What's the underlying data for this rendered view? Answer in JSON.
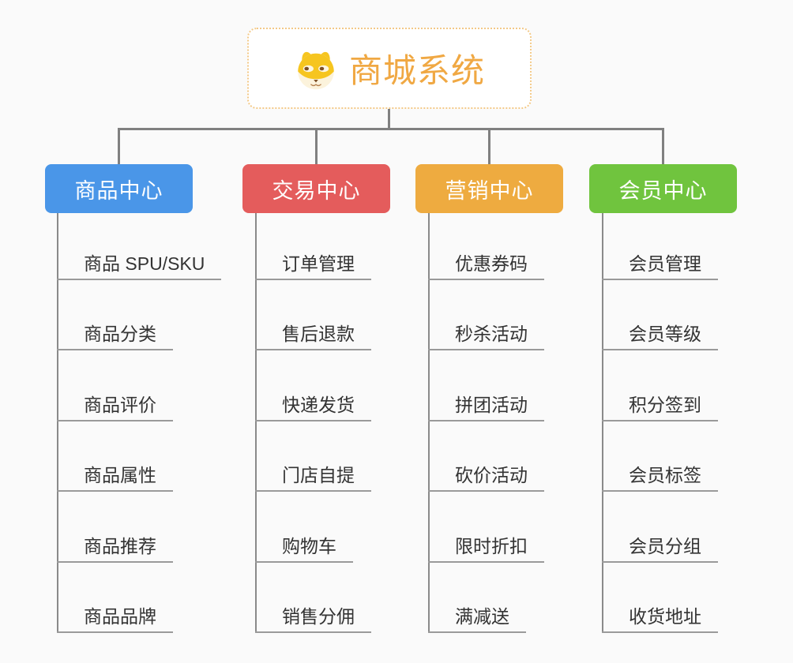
{
  "root": {
    "title": "商城系统",
    "icon": "dog-face-icon",
    "text_color": "#f0a843",
    "border_color": "#f3c988"
  },
  "colors": {
    "background": "#fafafa",
    "connector": "#808080",
    "item_underline": "#9a9a9a",
    "item_text": "#333333"
  },
  "branches": [
    {
      "label": "商品中心",
      "color": "#4a96e8",
      "children": [
        "商品 SPU/SKU",
        "商品分类",
        "商品评价",
        "商品属性",
        "商品推荐",
        "商品品牌"
      ]
    },
    {
      "label": "交易中心",
      "color": "#e45c5c",
      "children": [
        "订单管理",
        "售后退款",
        "快递发货",
        "门店自提",
        "购物车",
        "销售分佣"
      ]
    },
    {
      "label": "营销中心",
      "color": "#eeab40",
      "children": [
        "优惠券码",
        "秒杀活动",
        "拼团活动",
        "砍价活动",
        "限时折扣",
        "满减送"
      ]
    },
    {
      "label": "会员中心",
      "color": "#70c43e",
      "children": [
        "会员管理",
        "会员等级",
        "积分签到",
        "会员标签",
        "会员分组",
        "收货地址"
      ]
    }
  ]
}
